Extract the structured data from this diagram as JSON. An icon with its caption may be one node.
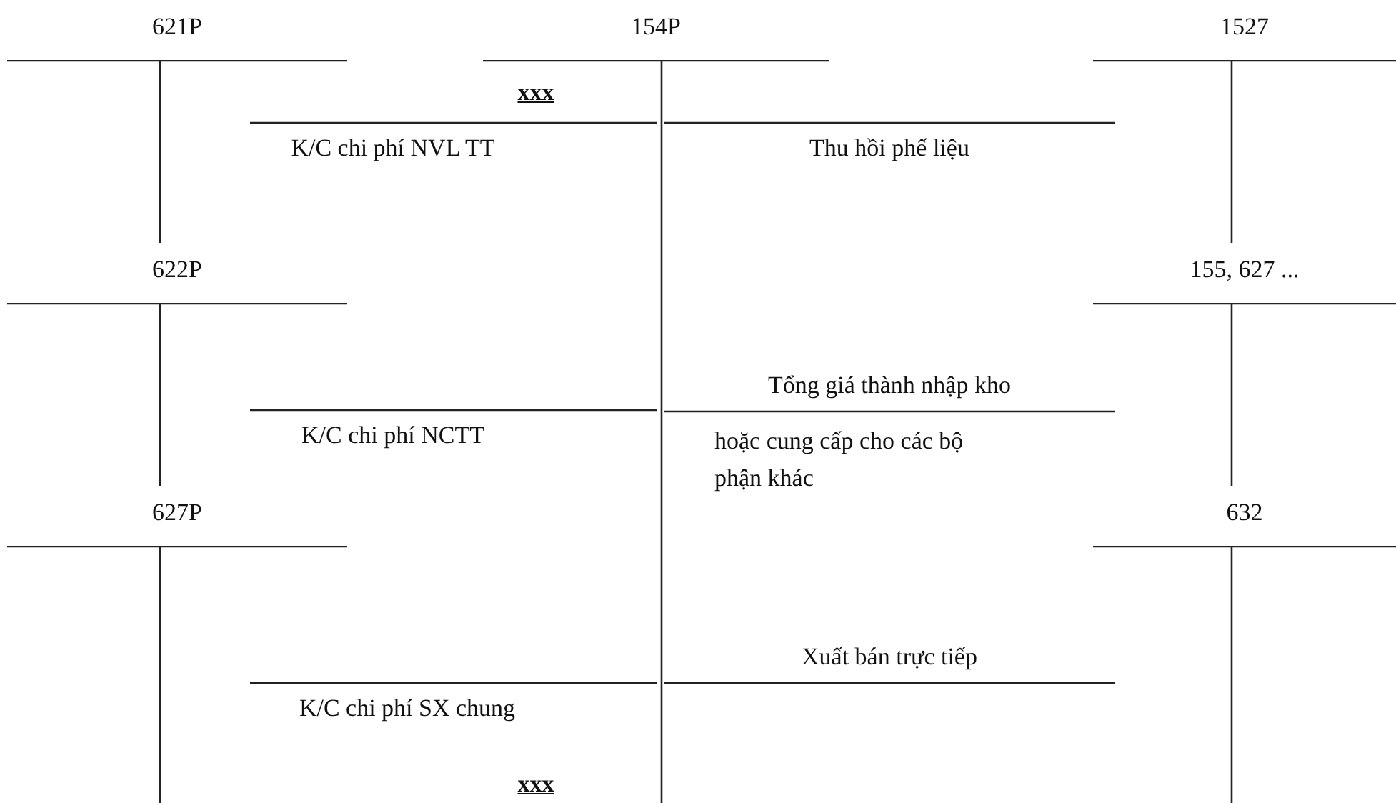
{
  "diagram": {
    "nodes": [
      {
        "text": [
          "621P"
        ]
      },
      {
        "text": [
          "154P"
        ]
      },
      {
        "text": [
          "1527"
        ]
      },
      {
        "text": [
          "622P"
        ]
      },
      {
        "text": [
          "155, 627 ..."
        ]
      },
      {
        "text": [
          "627P"
        ]
      },
      {
        "text": [
          "632"
        ]
      }
    ],
    "edges": [
      {
        "from": 0,
        "to": 1,
        "arrow": "none",
        "label": "K/C chi phí NVL TT"
      },
      {
        "from": 3,
        "to": 1,
        "arrow": "none",
        "label": "K/C chi phí NCTT"
      },
      {
        "from": 5,
        "to": 1,
        "arrow": "none",
        "label": "K/C chi phí SX chung"
      },
      {
        "from": 1,
        "to": 2,
        "arrow": "none",
        "label": "Thu hồi phế liệu"
      },
      {
        "from": 1,
        "to": 4,
        "arrow": "none",
        "label": "Tổng giá thành nhập kho"
      },
      {
        "from": 1,
        "to": 6,
        "arrow": "none",
        "label": "Xuất bán trực tiếp"
      }
    ],
    "labels": [
      "xxx",
      "hoặc cung cấp cho các bộ phận khác",
      "xxx"
    ]
  }
}
